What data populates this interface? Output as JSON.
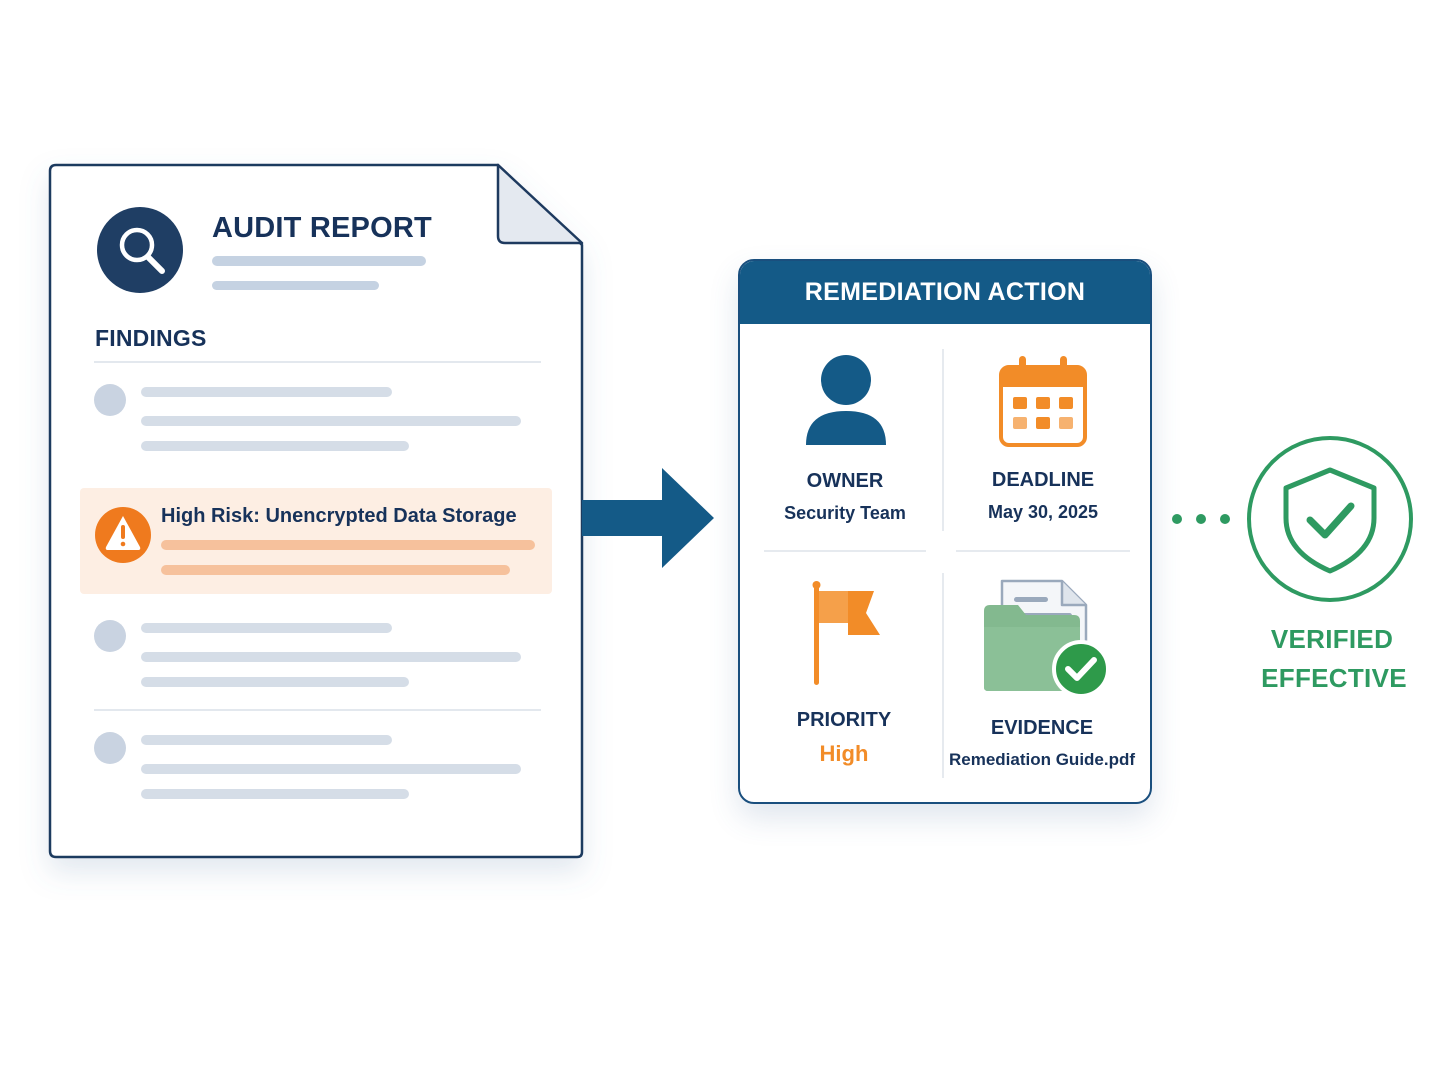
{
  "audit_report": {
    "title": "AUDIT REPORT",
    "section_heading": "FINDINGS",
    "highlighted_finding": "High Risk: Unencrypted Data Storage",
    "icons": {
      "report": "magnifier-icon",
      "warning": "warning-triangle-icon"
    }
  },
  "remediation": {
    "title": "REMEDIATION ACTION",
    "owner": {
      "label": "OWNER",
      "value": "Security Team",
      "icon": "user-icon"
    },
    "deadline": {
      "label": "DEADLINE",
      "value": "May 30, 2025",
      "icon": "calendar-icon"
    },
    "priority": {
      "label": "PRIORITY",
      "value": "High",
      "icon": "flag-icon"
    },
    "evidence": {
      "label": "EVIDENCE",
      "value": "Remediation Guide.pdf",
      "icon": "folder-check-icon"
    }
  },
  "verification": {
    "line1": "VERIFIED",
    "line2": "EFFECTIVE",
    "icon": "shield-check-icon"
  },
  "colors": {
    "navy": "#17325a",
    "blue": "#145a87",
    "orange": "#f28c28",
    "green": "#2e9a61",
    "placeholder_bar": "#cfd8e3",
    "risk_highlight": "#fdeee3"
  }
}
